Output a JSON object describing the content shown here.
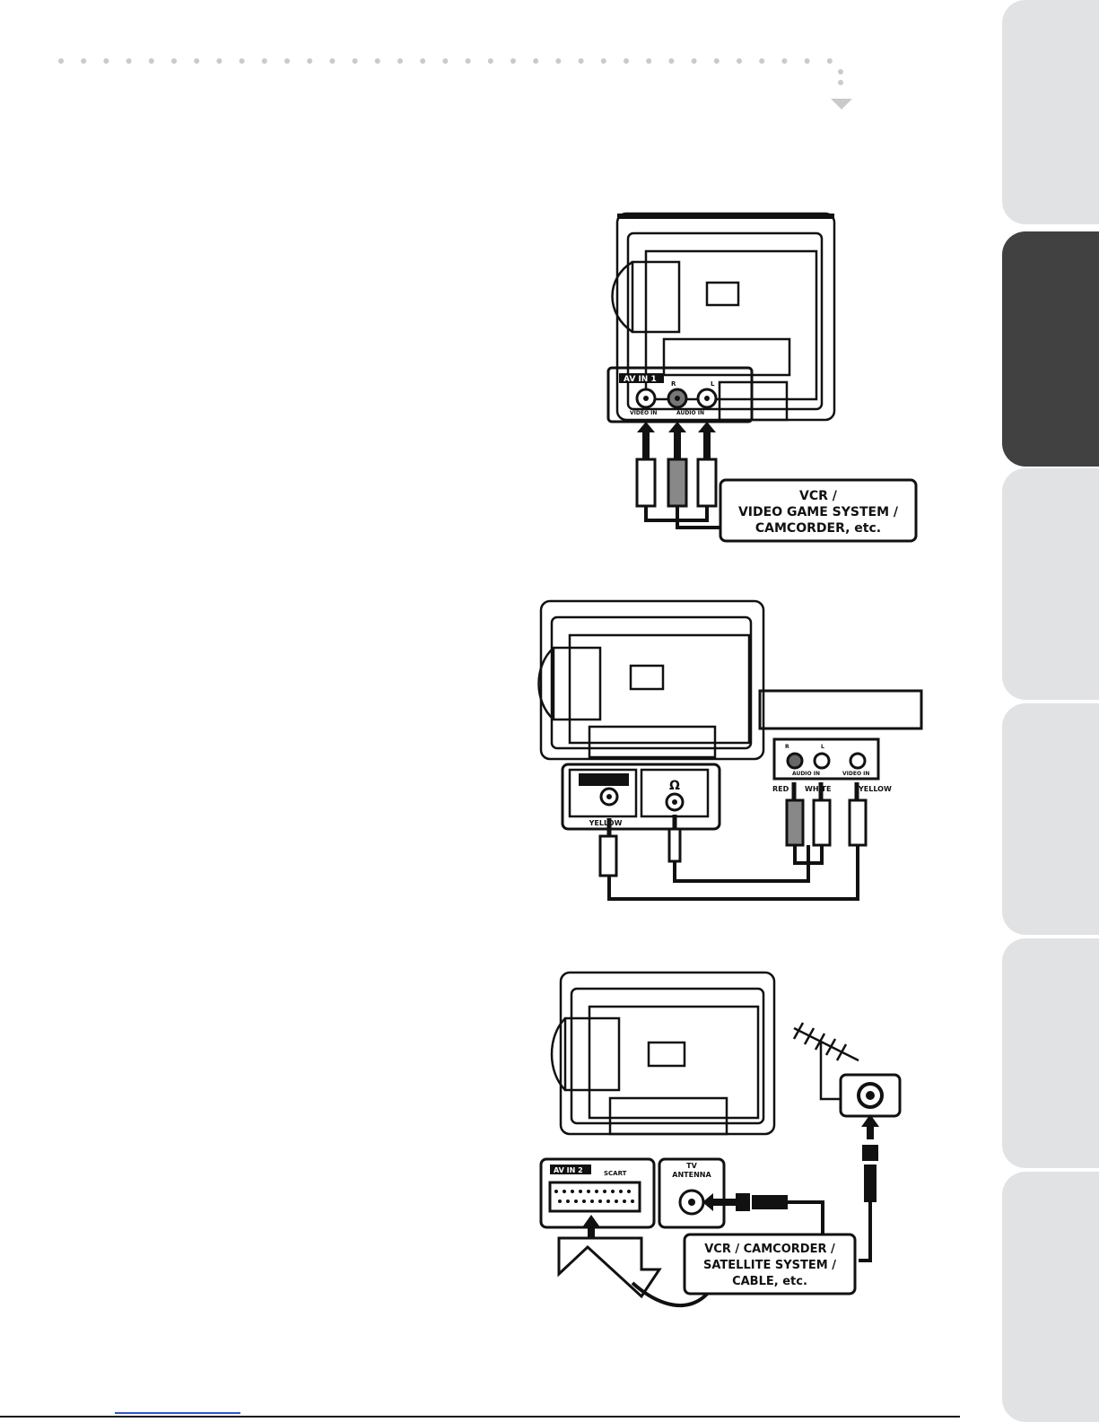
{
  "side_tabs": [
    {
      "active": false
    },
    {
      "active": true
    },
    {
      "active": false
    },
    {
      "active": false
    },
    {
      "active": false
    },
    {
      "active": false
    }
  ],
  "diagram1": {
    "panel_title": "AV IN 1",
    "jack_r": "R",
    "jack_l": "L",
    "video_in": "VIDEO IN",
    "audio_in": "AUDIO IN",
    "device_line1": "VCR /",
    "device_line2": "VIDEO GAME SYSTEM /",
    "device_line3": "CAMCORDER, etc."
  },
  "diagram2": {
    "jack_r": "R",
    "jack_l": "L",
    "audio_in": "AUDIO IN",
    "video_in": "VIDEO IN",
    "red": "RED",
    "white": "WHITE",
    "yellow_right": "YELLOW",
    "yellow_left": "YELLOW"
  },
  "diagram3": {
    "panel_title": "AV IN 2",
    "scart": "SCART",
    "antenna_line1": "TV",
    "antenna_line2": "ANTENNA",
    "device_line1": "VCR / CAMCORDER /",
    "device_line2": "SATELLITE SYSTEM /",
    "device_line3": "CABLE, etc."
  },
  "colors": {
    "tab_inactive": "#e1e2e3",
    "tab_active": "#414142",
    "dots": "#c9cacb",
    "ink": "#111111"
  }
}
